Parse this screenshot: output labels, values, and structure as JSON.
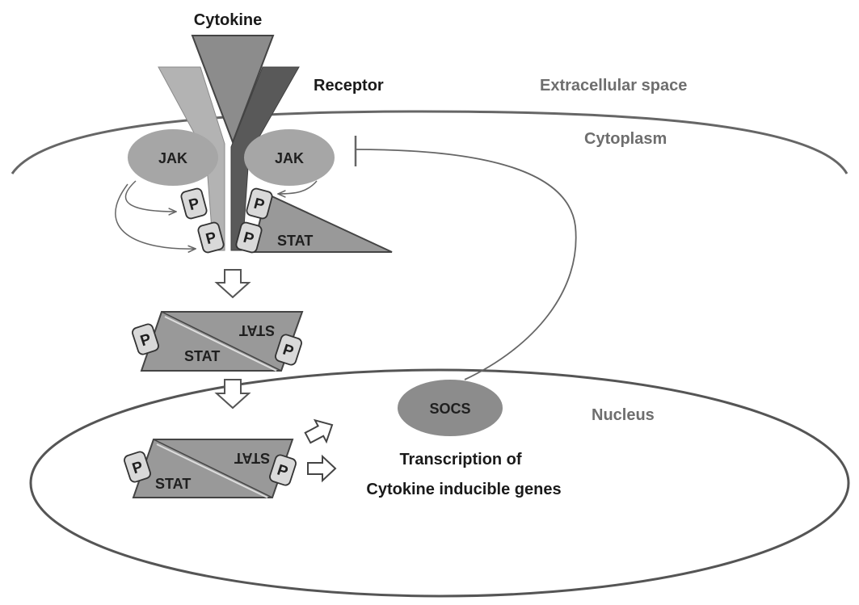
{
  "labels": {
    "cytokine": "Cytokine",
    "receptor": "Receptor",
    "extracellular": "Extracellular space",
    "cytoplasm": "Cytoplasm",
    "nucleus": "Nucleus",
    "jak_left": "JAK",
    "jak_right": "JAK",
    "stat_receptor": "STAT",
    "stat_dimer1_top": "STAT",
    "stat_dimer1_bottom": "STAT",
    "stat_dimer2_top": "STAT",
    "stat_dimer2_bottom": "STAT",
    "socs": "SOCS",
    "transcription_line1": "Transcription of",
    "transcription_line2": "Cytokine inducible genes",
    "p": "P"
  },
  "colors": {
    "cytokine": "#8c8c8c",
    "receptor_left": "#b3b3b3",
    "receptor_right": "#595959",
    "jak": "#a6a6a6",
    "stat": "#999999",
    "socs": "#8c8c8c",
    "line": "#666666",
    "p_box": "#d9d9d9"
  }
}
